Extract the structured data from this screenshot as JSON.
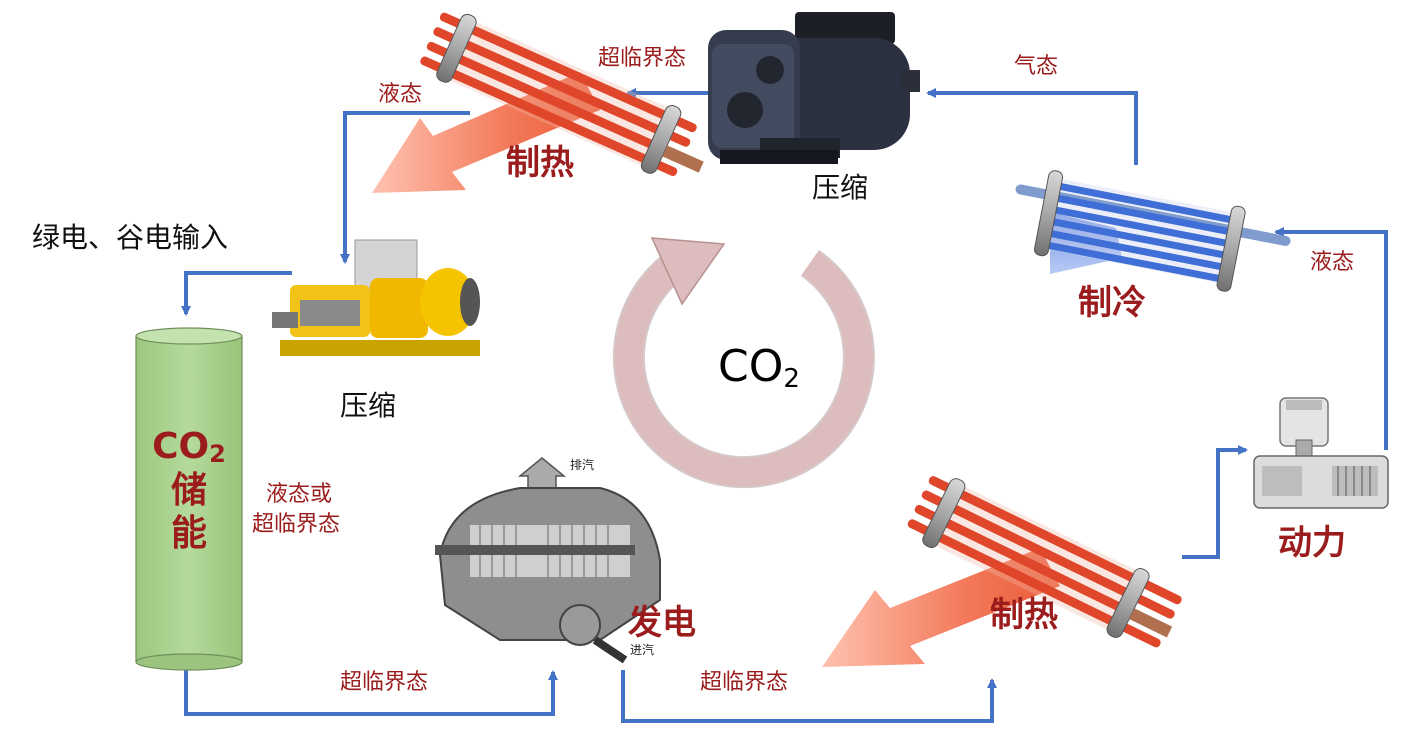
{
  "input_label": "绿电、谷电输入",
  "center_formula": {
    "main": "CO",
    "sub": "2"
  },
  "storage": {
    "formula_main": "CO",
    "formula_sub": "2",
    "chars": [
      "储",
      "能"
    ]
  },
  "storage_state_label": [
    "液态或",
    "超临界态"
  ],
  "states": {
    "top_left_liquid": "液态",
    "top_supercritical": "超临界态",
    "top_gas": "气态",
    "right_liquid": "液态",
    "bottom_left_supercritical": "超临界态",
    "bottom_right_supercritical": "超临界态"
  },
  "processes": {
    "heating_top": "制热",
    "cooling": "制冷",
    "power_gen": "发电",
    "heating_bottom": "制热",
    "power": "动力"
  },
  "stages": {
    "compress_top": "压缩",
    "compress_left": "压缩"
  },
  "turbine_labels": {
    "exhaust": "排汽",
    "inlet": "进汽"
  },
  "colors": {
    "arrow_blue": "#4472c4",
    "label_red": "#9b1c1c",
    "tank_green": "#a9d18e",
    "heat_arrow": "#ef6a4e",
    "cycle_arrow": "#d9b3b3",
    "cool_tube": "#3f6fd6",
    "heat_tube": "#e0472a"
  }
}
